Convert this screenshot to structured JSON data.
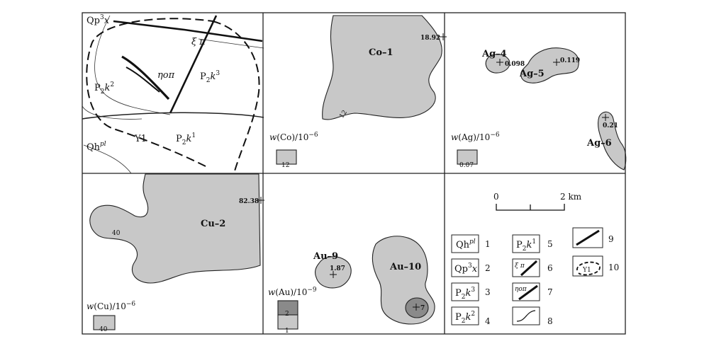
{
  "geology": {
    "units": {
      "qp3x_base": "Qp",
      "qp3x_sup": "3",
      "qp3x_sub": "x",
      "qhpl_base": "Qh",
      "qhpl_sup": "pl",
      "p2k1_base": "P",
      "p2k1_sub": "2",
      "p2k1_k": "k",
      "p2k1_sup": "1",
      "p2k2_base": "P",
      "p2k2_sub": "2",
      "p2k2_k": "k",
      "p2k2_sup": "2",
      "p2k3_base": "P",
      "p2k3_sub": "2",
      "p2k3_k": "k",
      "p2k3_sup": "3",
      "xi_pi": "ξ π",
      "eta_o_pi": "ηoπ",
      "y1": "Y1"
    }
  },
  "panels": {
    "co": {
      "anomaly": "Co–1",
      "peak": "18.92",
      "contour": "12",
      "unit_w": "w",
      "unit_el": "(Co)/10",
      "unit_exp": "−6",
      "swatch": "12"
    },
    "ag": {
      "anomalies": [
        "Ag–4",
        "Ag–5",
        "Ag–6"
      ],
      "values": [
        "0.098",
        "0.119",
        "0.21"
      ],
      "unit_w": "w",
      "unit_el": "(Ag)/10",
      "unit_exp": "−6",
      "swatch": "0.07"
    },
    "cu": {
      "anomaly": "Cu–2",
      "peak": "82.38",
      "contour": "40",
      "unit_w": "w",
      "unit_el": "(Cu)/10",
      "unit_exp": "−6",
      "swatch": "40"
    },
    "au": {
      "anomalies": [
        "Au–9",
        "Au–10"
      ],
      "values": [
        "1.87",
        "7"
      ],
      "unit_w": "w",
      "unit_el": "(Au)/10",
      "unit_exp": "−9",
      "swatch_high": "2",
      "swatch_low": "1"
    }
  },
  "scale_bar": {
    "start": "0",
    "end": "2 km"
  },
  "legend": {
    "numbers": [
      "1",
      "2",
      "3",
      "4",
      "5",
      "6",
      "7",
      "8",
      "9",
      "10"
    ],
    "y1": "Y1"
  },
  "colors": {
    "anomaly_fill": "#c8c8c8",
    "high_fill": "#8a8a8a",
    "line": "#222222"
  }
}
